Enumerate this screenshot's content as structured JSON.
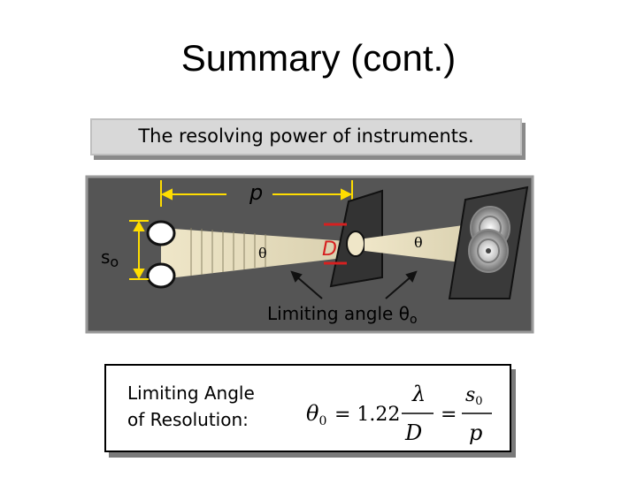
{
  "slide": {
    "title": "Summary (cont.)",
    "banner": "The resolving power of instruments."
  },
  "diagram": {
    "label_p": "p",
    "label_so": "s",
    "label_so_sub": "o",
    "label_theta_left": "θ",
    "label_D": "D",
    "label_theta_right": "θ",
    "caption": "Limiting angle θ",
    "caption_sub": "o",
    "colors": {
      "panel": "#555555",
      "panel_edge": "#9a9a9a",
      "beam": "#efe6c8",
      "aperture": "#d62020",
      "screen": "#3a3a3a"
    }
  },
  "formula": {
    "label_line1": "Limiting Angle",
    "label_line2": "of Resolution:",
    "theta": "θ",
    "theta_sub": "0",
    "eq1": "= 1.22",
    "lambda": "λ",
    "D": "D",
    "eq2": "=",
    "s": "s",
    "s_sub": "0",
    "p": "p"
  }
}
